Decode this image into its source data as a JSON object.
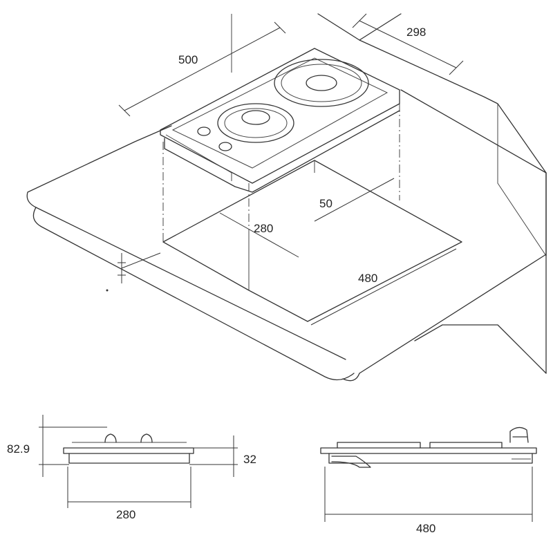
{
  "top_view": {
    "dims": {
      "width_500": "500",
      "depth_298": "298",
      "offset_50": "50",
      "cutout_280": "280",
      "cutout_480": "480"
    }
  },
  "side_view": {
    "dims": {
      "height_total": "82.9",
      "height_body": "32",
      "width": "280"
    }
  },
  "front_view": {
    "dims": {
      "length": "480"
    }
  }
}
